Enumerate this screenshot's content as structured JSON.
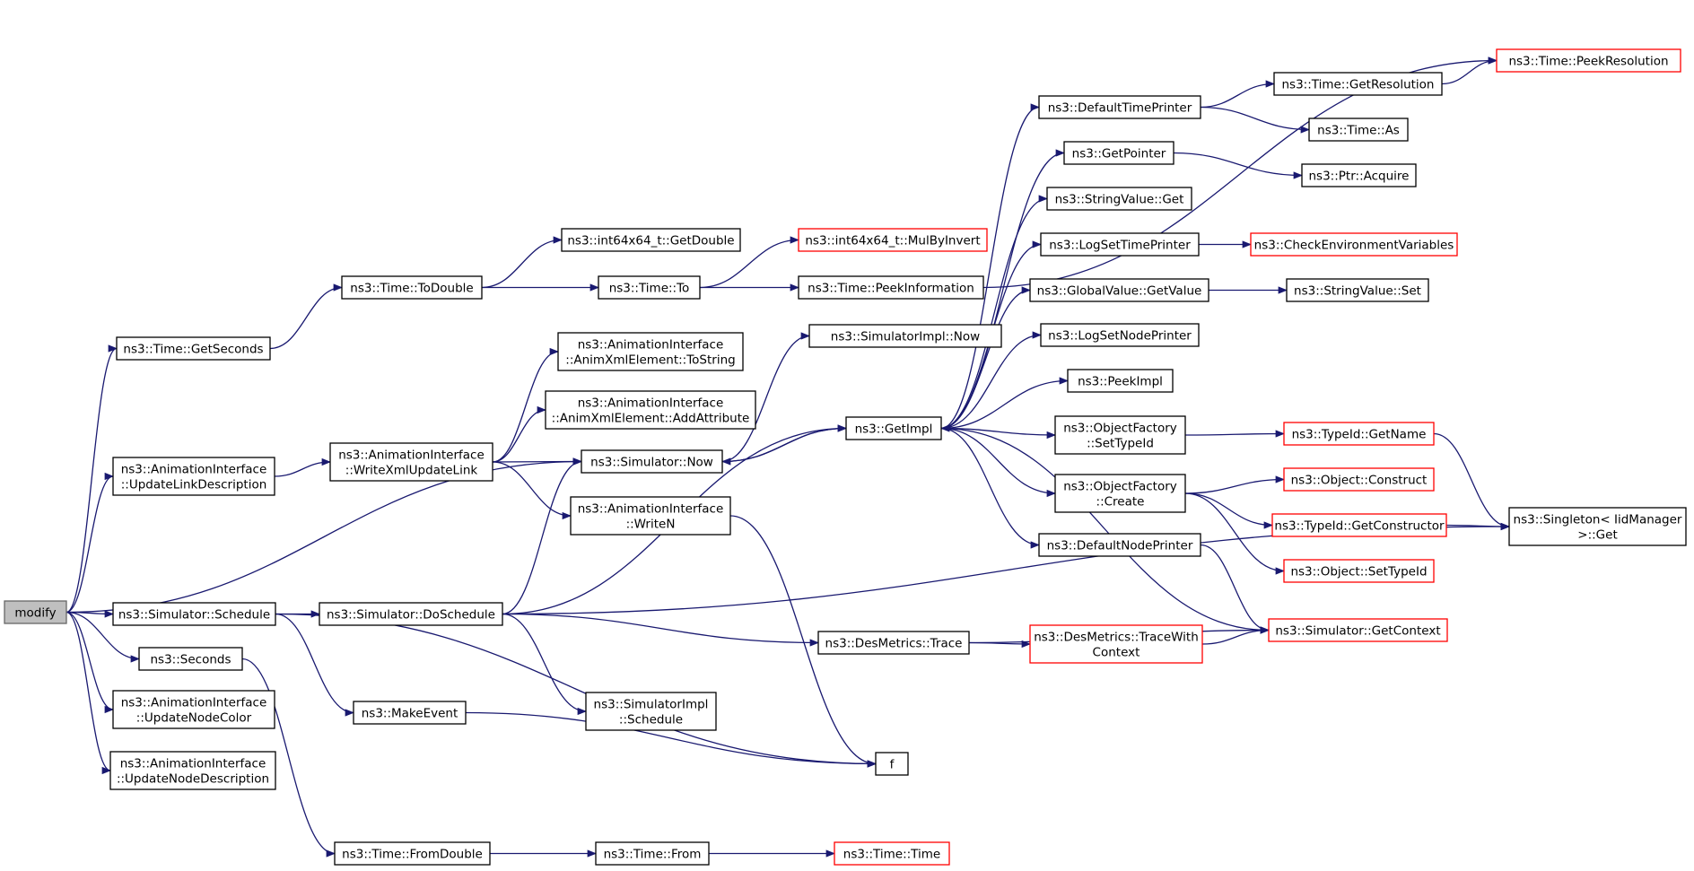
{
  "diagram_title": "",
  "colors": {
    "edge": "#191970",
    "root_fill": "#bfbfbf",
    "truncated_border": "#ff0000",
    "node_border": "#000000"
  },
  "nodes": [
    {
      "id": "modify",
      "lines": [
        "modify"
      ],
      "kind": "root"
    },
    {
      "id": "getseconds",
      "lines": [
        "ns3::Time::GetSeconds"
      ]
    },
    {
      "id": "todouble",
      "lines": [
        "ns3::Time::ToDouble"
      ]
    },
    {
      "id": "getdouble",
      "lines": [
        "ns3::int64x64_t::GetDouble"
      ]
    },
    {
      "id": "timeto",
      "lines": [
        "ns3::Time::To"
      ]
    },
    {
      "id": "mulbyinvert",
      "lines": [
        "ns3::int64x64_t::MulByInvert"
      ],
      "kind": "truncated"
    },
    {
      "id": "peekinfo",
      "lines": [
        "ns3::Time::PeekInformation"
      ]
    },
    {
      "id": "updlinkdesc",
      "lines": [
        "ns3::AnimationInterface",
        "::UpdateLinkDescription"
      ]
    },
    {
      "id": "writexml",
      "lines": [
        "ns3::AnimationInterface",
        "::WriteXmlUpdateLink"
      ]
    },
    {
      "id": "tostring",
      "lines": [
        "ns3::AnimationInterface",
        "::AnimXmlElement::ToString"
      ]
    },
    {
      "id": "addattr",
      "lines": [
        "ns3::AnimationInterface",
        "::AnimXmlElement::AddAttribute"
      ]
    },
    {
      "id": "simnow",
      "lines": [
        "ns3::Simulator::Now"
      ]
    },
    {
      "id": "writen",
      "lines": [
        "ns3::AnimationInterface",
        "::WriteN"
      ]
    },
    {
      "id": "simimplnow",
      "lines": [
        "ns3::SimulatorImpl::Now"
      ]
    },
    {
      "id": "getimpl",
      "lines": [
        "ns3::GetImpl"
      ]
    },
    {
      "id": "deftimeprinter",
      "lines": [
        "ns3::DefaultTimePrinter"
      ]
    },
    {
      "id": "getresolution",
      "lines": [
        "ns3::Time::GetResolution"
      ]
    },
    {
      "id": "peekresolution",
      "lines": [
        "ns3::Time::PeekResolution"
      ],
      "kind": "truncated"
    },
    {
      "id": "timeas",
      "lines": [
        "ns3::Time::As"
      ]
    },
    {
      "id": "getpointer",
      "lines": [
        "ns3::GetPointer"
      ]
    },
    {
      "id": "ptracquire",
      "lines": [
        "ns3::Ptr::Acquire"
      ]
    },
    {
      "id": "strvalget",
      "lines": [
        "ns3::StringValue::Get"
      ]
    },
    {
      "id": "logsettime",
      "lines": [
        "ns3::LogSetTimePrinter"
      ]
    },
    {
      "id": "checkenv",
      "lines": [
        "ns3::CheckEnvironmentVariables"
      ],
      "kind": "truncated"
    },
    {
      "id": "gvgetvalue",
      "lines": [
        "ns3::GlobalValue::GetValue"
      ]
    },
    {
      "id": "strvalset",
      "lines": [
        "ns3::StringValue::Set"
      ]
    },
    {
      "id": "logsetnode",
      "lines": [
        "ns3::LogSetNodePrinter"
      ]
    },
    {
      "id": "peekimpl",
      "lines": [
        "ns3::PeekImpl"
      ]
    },
    {
      "id": "ofsettypeid",
      "lines": [
        "ns3::ObjectFactory",
        "::SetTypeId"
      ]
    },
    {
      "id": "typeidgetname",
      "lines": [
        "ns3::TypeId::GetName"
      ],
      "kind": "truncated"
    },
    {
      "id": "ofcreate",
      "lines": [
        "ns3::ObjectFactory",
        "::Create"
      ]
    },
    {
      "id": "objconstruct",
      "lines": [
        "ns3::Object::Construct"
      ],
      "kind": "truncated"
    },
    {
      "id": "getconstructor",
      "lines": [
        "ns3::TypeId::GetConstructor"
      ],
      "kind": "truncated"
    },
    {
      "id": "objsettypeid",
      "lines": [
        "ns3::Object::SetTypeId"
      ],
      "kind": "truncated"
    },
    {
      "id": "singleton",
      "lines": [
        "ns3::Singleton< IidManager",
        " >::Get"
      ]
    },
    {
      "id": "defnodeprinter",
      "lines": [
        "ns3::DefaultNodePrinter"
      ]
    },
    {
      "id": "simschedule",
      "lines": [
        "ns3::Simulator::Schedule"
      ]
    },
    {
      "id": "doschedule",
      "lines": [
        "ns3::Simulator::DoSchedule"
      ]
    },
    {
      "id": "destrace",
      "lines": [
        "ns3::DesMetrics::Trace"
      ]
    },
    {
      "id": "tracewithctx",
      "lines": [
        "ns3::DesMetrics::TraceWith",
        "Context"
      ],
      "kind": "truncated"
    },
    {
      "id": "getcontext",
      "lines": [
        "ns3::Simulator::GetContext"
      ],
      "kind": "truncated"
    },
    {
      "id": "seconds",
      "lines": [
        "ns3::Seconds"
      ]
    },
    {
      "id": "makeevent",
      "lines": [
        "ns3::MakeEvent"
      ]
    },
    {
      "id": "simimplschedule",
      "lines": [
        "ns3::SimulatorImpl",
        "::Schedule"
      ]
    },
    {
      "id": "updnodecolor",
      "lines": [
        "ns3::AnimationInterface",
        "::UpdateNodeColor"
      ]
    },
    {
      "id": "updnodedesc",
      "lines": [
        "ns3::AnimationInterface",
        "::UpdateNodeDescription"
      ]
    },
    {
      "id": "f",
      "lines": [
        "f"
      ]
    },
    {
      "id": "fromdouble",
      "lines": [
        "ns3::Time::FromDouble"
      ]
    },
    {
      "id": "timefrom",
      "lines": [
        "ns3::Time::From"
      ]
    },
    {
      "id": "timetime",
      "lines": [
        "ns3::Time::Time"
      ],
      "kind": "truncated"
    }
  ],
  "edges": [
    [
      "modify",
      "getseconds"
    ],
    [
      "modify",
      "updlinkdesc"
    ],
    [
      "modify",
      "simnow"
    ],
    [
      "modify",
      "simschedule"
    ],
    [
      "modify",
      "seconds"
    ],
    [
      "modify",
      "updnodecolor"
    ],
    [
      "modify",
      "updnodedesc"
    ],
    [
      "getseconds",
      "todouble"
    ],
    [
      "todouble",
      "getdouble"
    ],
    [
      "todouble",
      "timeto"
    ],
    [
      "timeto",
      "mulbyinvert"
    ],
    [
      "timeto",
      "peekinfo"
    ],
    [
      "peekinfo",
      "peekresolution"
    ],
    [
      "updlinkdesc",
      "writexml"
    ],
    [
      "writexml",
      "tostring"
    ],
    [
      "writexml",
      "addattr"
    ],
    [
      "writexml",
      "simnow"
    ],
    [
      "writexml",
      "writen"
    ],
    [
      "writen",
      "f"
    ],
    [
      "simnow",
      "simimplnow"
    ],
    [
      "simnow",
      "getimpl"
    ],
    [
      "getimpl",
      "simnow"
    ],
    [
      "getimpl",
      "deftimeprinter"
    ],
    [
      "getimpl",
      "getpointer"
    ],
    [
      "getimpl",
      "strvalget"
    ],
    [
      "getimpl",
      "logsettime"
    ],
    [
      "getimpl",
      "gvgetvalue"
    ],
    [
      "getimpl",
      "logsetnode"
    ],
    [
      "getimpl",
      "peekimpl"
    ],
    [
      "getimpl",
      "ofsettypeid"
    ],
    [
      "getimpl",
      "ofcreate"
    ],
    [
      "getimpl",
      "defnodeprinter"
    ],
    [
      "deftimeprinter",
      "getresolution"
    ],
    [
      "deftimeprinter",
      "timeas"
    ],
    [
      "getresolution",
      "peekresolution"
    ],
    [
      "getpointer",
      "ptracquire"
    ],
    [
      "logsettime",
      "checkenv"
    ],
    [
      "gvgetvalue",
      "strvalset"
    ],
    [
      "ofsettypeid",
      "typeidgetname"
    ],
    [
      "typeidgetname",
      "singleton"
    ],
    [
      "ofcreate",
      "objconstruct"
    ],
    [
      "ofcreate",
      "getconstructor"
    ],
    [
      "ofcreate",
      "objsettypeid"
    ],
    [
      "getconstructor",
      "singleton"
    ],
    [
      "defnodeprinter",
      "getcontext"
    ],
    [
      "getcontext",
      "getimpl"
    ],
    [
      "simschedule",
      "doschedule"
    ],
    [
      "simschedule",
      "makeevent"
    ],
    [
      "simschedule",
      "f"
    ],
    [
      "doschedule",
      "simnow"
    ],
    [
      "doschedule",
      "getimpl"
    ],
    [
      "doschedule",
      "destrace"
    ],
    [
      "doschedule",
      "simimplschedule"
    ],
    [
      "doschedule",
      "singleton"
    ],
    [
      "destrace",
      "tracewithctx"
    ],
    [
      "destrace",
      "getcontext"
    ],
    [
      "tracewithctx",
      "getcontext"
    ],
    [
      "makeevent",
      "f"
    ],
    [
      "seconds",
      "fromdouble"
    ],
    [
      "fromdouble",
      "timefrom"
    ],
    [
      "timefrom",
      "timetime"
    ]
  ]
}
